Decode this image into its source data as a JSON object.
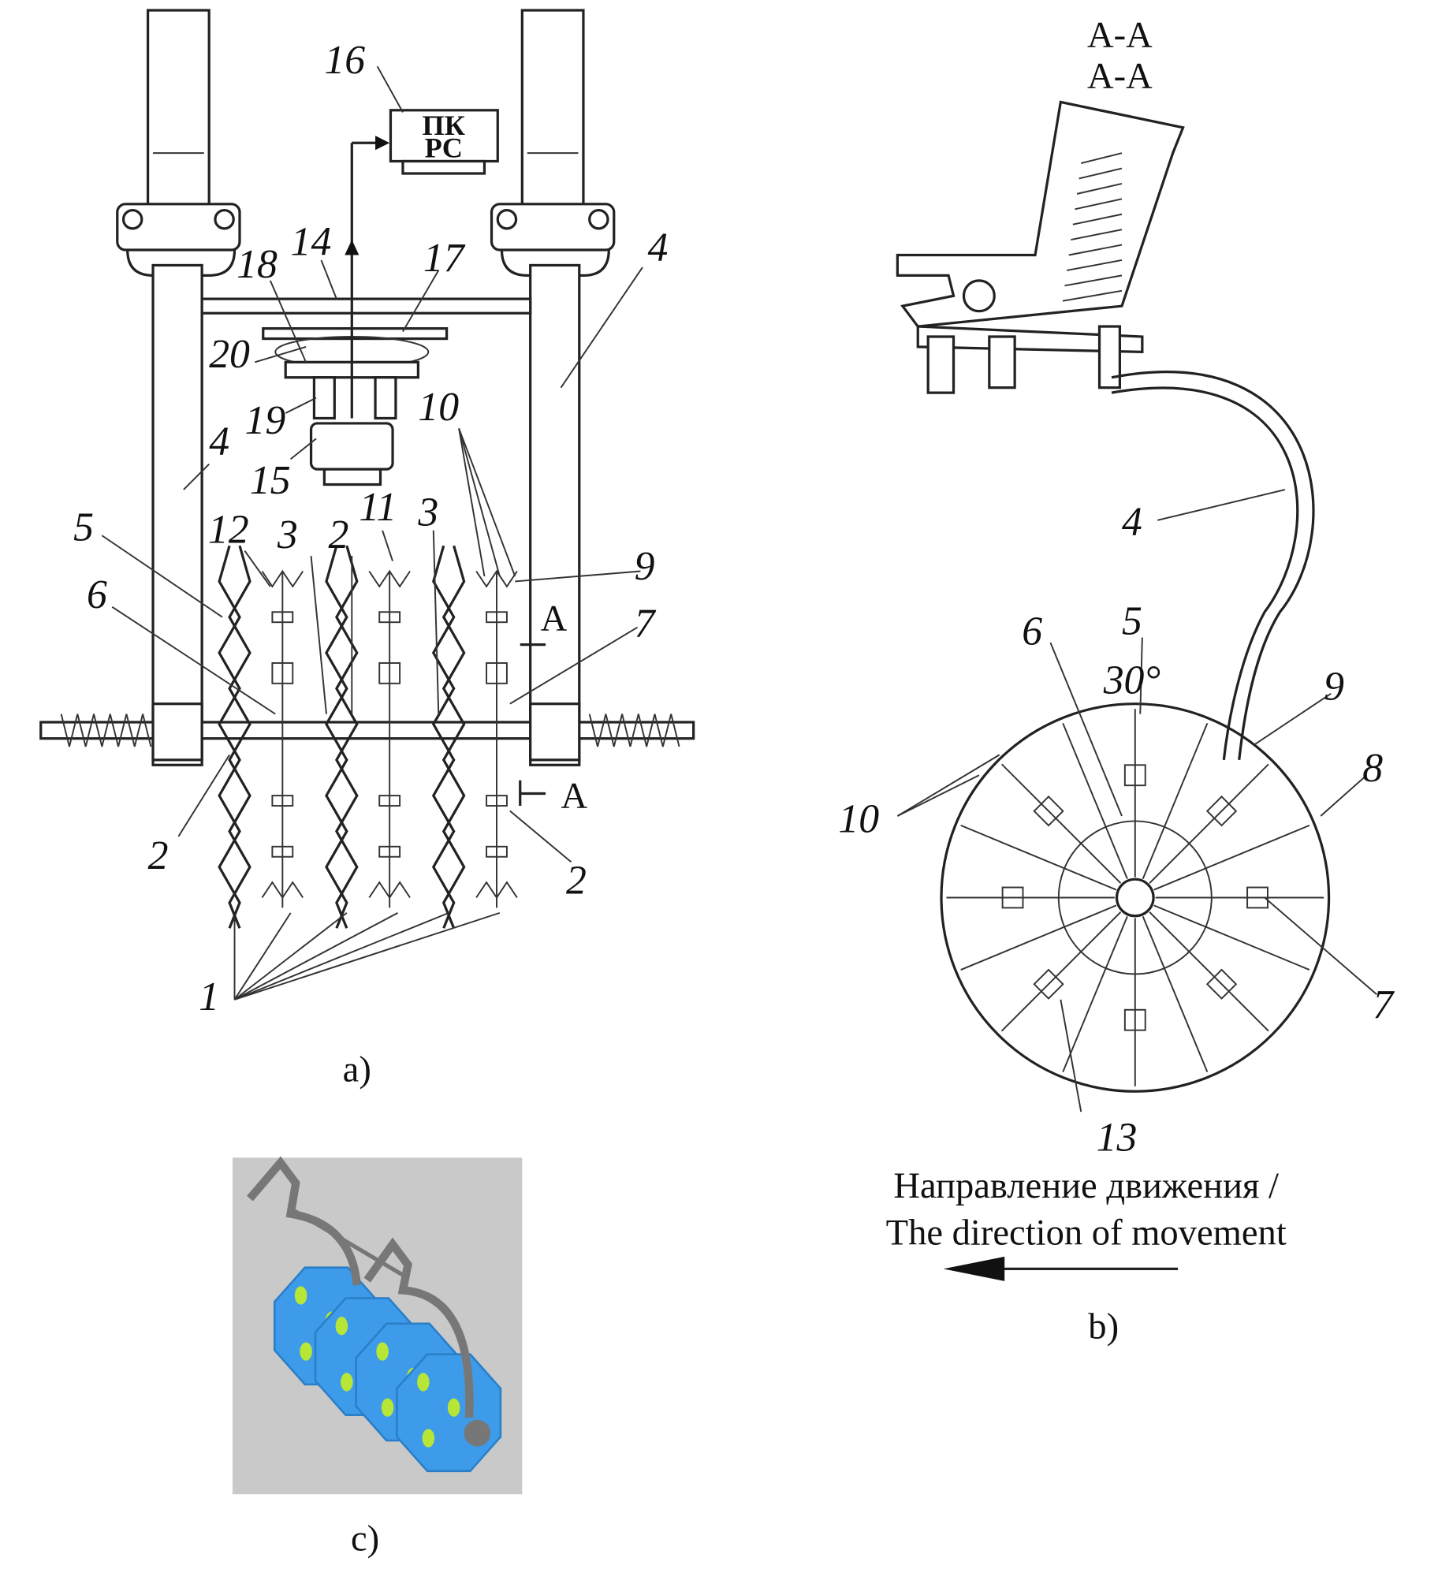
{
  "panel_a": {
    "caption": "a)",
    "pc_box": {
      "line1": "ПК",
      "line2": "PC"
    },
    "section_marks": [
      "A",
      "A"
    ],
    "callouts": [
      "16",
      "14",
      "18",
      "17",
      "4",
      "20",
      "19",
      "10",
      "4",
      "15",
      "5",
      "12",
      "3",
      "2",
      "11",
      "3",
      "9",
      "6",
      "7",
      "2",
      "2",
      "1"
    ]
  },
  "panel_b": {
    "section_title_1": "A-A",
    "section_title_2": "A-A",
    "angle_label": "30°",
    "callouts": [
      "4",
      "6",
      "5",
      "9",
      "8",
      "10",
      "7",
      "13"
    ],
    "direction_ru": "Направление движения /",
    "direction_en": "The direction of movement",
    "caption": "b)"
  },
  "panel_c": {
    "caption": "c)",
    "colors": {
      "background": "#c9c9c9",
      "disc": "#3d9be9",
      "tooth": "#b8e636",
      "frame": "#777777"
    }
  }
}
